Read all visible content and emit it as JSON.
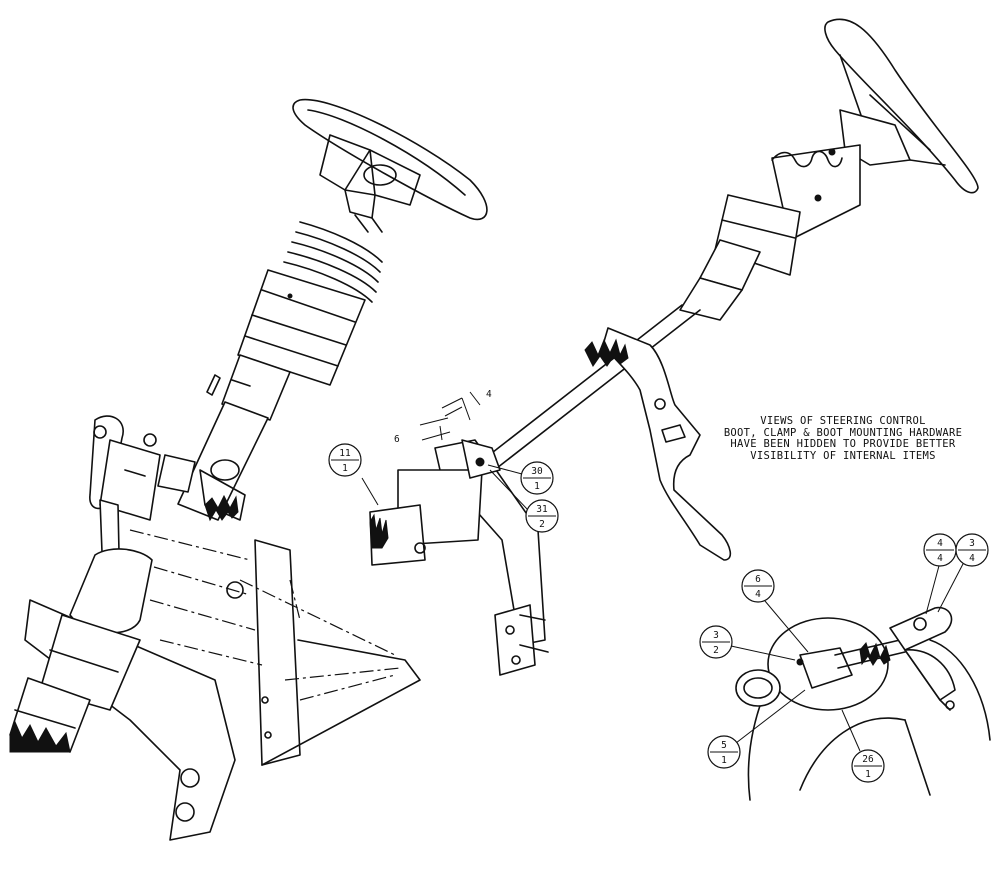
{
  "note": {
    "lines": [
      "VIEWS OF STEERING CONTROL",
      "BOOT, CLAMP & BOOT MOUNTING HARDWARE",
      "HAVE BEEN HIDDEN TO PROVIDE BETTER",
      "VISIBILITY OF INTERNAL ITEMS"
    ]
  },
  "callouts": [
    {
      "id": "c11",
      "top": "11",
      "bottom": "1"
    },
    {
      "id": "c30",
      "top": "30",
      "bottom": "1"
    },
    {
      "id": "c31",
      "top": "31",
      "bottom": "2"
    },
    {
      "id": "c6",
      "top": "6",
      "bottom": "4"
    },
    {
      "id": "c3",
      "top": "3",
      "bottom": "2"
    },
    {
      "id": "c5",
      "top": "5",
      "bottom": "1"
    },
    {
      "id": "c26",
      "top": "26",
      "bottom": "1"
    },
    {
      "id": "c4",
      "top": "4",
      "bottom": "4"
    },
    {
      "id": "c3b",
      "top": "3",
      "bottom": "4"
    }
  ],
  "dimensions": {
    "dim_4": "4",
    "dim_6": "6"
  }
}
